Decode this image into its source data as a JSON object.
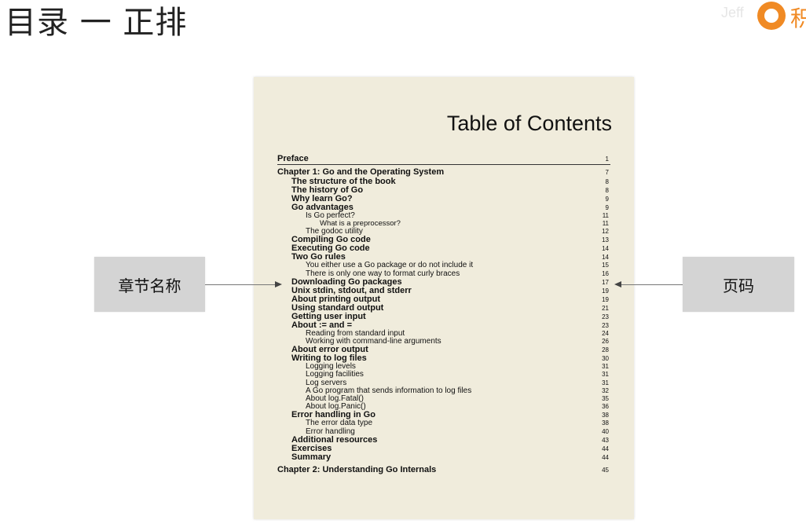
{
  "slide": {
    "title": "目录 一 正排"
  },
  "logo": {
    "text": "Jeff",
    "char": "积"
  },
  "callouts": {
    "left": "章节名称",
    "right": "页码"
  },
  "toc": {
    "title": "Table of Contents",
    "entries": [
      {
        "title": "Preface",
        "page": "1",
        "level": 0
      },
      {
        "title": "Chapter 1: Go and the Operating System",
        "page": "7",
        "level": 0
      },
      {
        "title": "The structure of the book",
        "page": "8",
        "level": 1
      },
      {
        "title": "The history of Go",
        "page": "8",
        "level": 1
      },
      {
        "title": "Why learn Go?",
        "page": "9",
        "level": 1
      },
      {
        "title": "Go advantages",
        "page": "9",
        "level": 1
      },
      {
        "title": "Is Go perfect?",
        "page": "11",
        "level": 2
      },
      {
        "title": "What is a preprocessor?",
        "page": "11",
        "level": 3
      },
      {
        "title": "The godoc utility",
        "page": "12",
        "level": 2
      },
      {
        "title": "Compiling Go code",
        "page": "13",
        "level": 1
      },
      {
        "title": "Executing Go code",
        "page": "14",
        "level": 1
      },
      {
        "title": "Two Go rules",
        "page": "14",
        "level": 1
      },
      {
        "title": "You either use a Go package or do not include it",
        "page": "15",
        "level": 2
      },
      {
        "title": "There is only one way to format curly braces",
        "page": "16",
        "level": 2
      },
      {
        "title": "Downloading Go packages",
        "page": "17",
        "level": 1
      },
      {
        "title": "Unix stdin, stdout, and stderr",
        "page": "19",
        "level": 1
      },
      {
        "title": "About printing output",
        "page": "19",
        "level": 1
      },
      {
        "title": "Using standard output",
        "page": "21",
        "level": 1
      },
      {
        "title": "Getting user input",
        "page": "23",
        "level": 1
      },
      {
        "title": "About := and =",
        "page": "23",
        "level": 1
      },
      {
        "title": "Reading from standard input",
        "page": "24",
        "level": 2
      },
      {
        "title": "Working with command-line arguments",
        "page": "26",
        "level": 2
      },
      {
        "title": "About error output",
        "page": "28",
        "level": 1
      },
      {
        "title": "Writing to log files",
        "page": "30",
        "level": 1
      },
      {
        "title": "Logging levels",
        "page": "31",
        "level": 2
      },
      {
        "title": "Logging facilities",
        "page": "31",
        "level": 2
      },
      {
        "title": "Log servers",
        "page": "31",
        "level": 2
      },
      {
        "title": "A Go program that sends information to log files",
        "page": "32",
        "level": 2
      },
      {
        "title": "About log.Fatal()",
        "page": "35",
        "level": 2
      },
      {
        "title": "About log.Panic()",
        "page": "36",
        "level": 2
      },
      {
        "title": "Error handling in Go",
        "page": "38",
        "level": 1
      },
      {
        "title": "The error data type",
        "page": "38",
        "level": 2
      },
      {
        "title": "Error handling",
        "page": "40",
        "level": 2
      },
      {
        "title": "Additional resources",
        "page": "43",
        "level": 1
      },
      {
        "title": "Exercises",
        "page": "44",
        "level": 1
      },
      {
        "title": "Summary",
        "page": "44",
        "level": 1
      },
      {
        "title": "Chapter 2: Understanding Go Internals",
        "page": "45",
        "level": 0
      }
    ]
  }
}
